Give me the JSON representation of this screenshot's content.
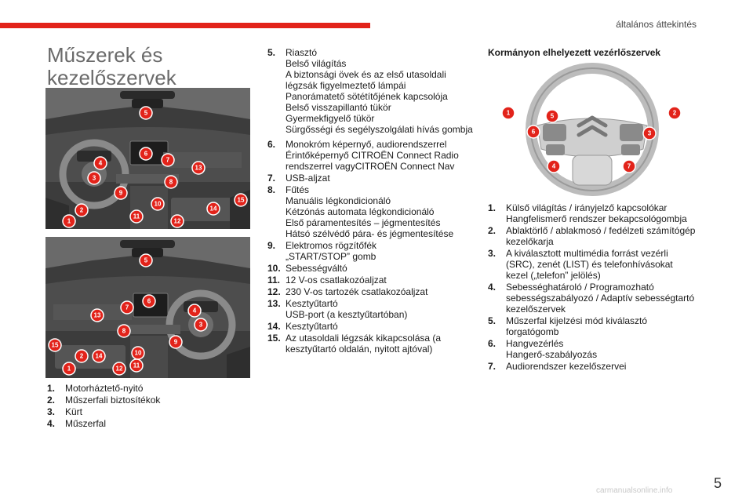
{
  "header": {
    "section_label": "általános áttekintés"
  },
  "title": {
    "line1": "Műszerek és",
    "line2": "kezelőszervek"
  },
  "figure1": {
    "markers": [
      "5",
      "6",
      "7",
      "13",
      "4",
      "3",
      "8",
      "9",
      "10",
      "2",
      "1",
      "11",
      "12",
      "14",
      "15"
    ]
  },
  "figure2": {
    "markers": [
      "5",
      "6",
      "7",
      "4",
      "13",
      "3",
      "8",
      "9",
      "15",
      "10",
      "2",
      "14",
      "1",
      "12",
      "11"
    ]
  },
  "column1": {
    "items": [
      {
        "num": "1.",
        "lines": [
          "Motorháztető-nyitó"
        ]
      },
      {
        "num": "2.",
        "lines": [
          "Műszerfali biztosítékok"
        ]
      },
      {
        "num": "3.",
        "lines": [
          "Kürt"
        ]
      },
      {
        "num": "4.",
        "lines": [
          "Műszerfal"
        ]
      }
    ]
  },
  "column2": {
    "items": [
      {
        "num": "5.",
        "lines": [
          "Riasztó",
          "Belső világítás",
          "A biztonsági övek és az első utasoldali",
          "légzsák figyelmeztető lámpái",
          "Panorámatető sötétítőjének kapcsolója",
          "Belső visszapillantó tükör",
          "Gyermekfigyelő tükör",
          "Sürgősségi és segélyszolgálati hívás gombja"
        ]
      },
      {
        "num": "6.",
        "lines": [
          "Monokróm képernyő, audiorendszerrel",
          "Érintőképernyő CITROËN Connect Radio",
          "rendszerrel vagyCITROËN Connect Nav"
        ]
      },
      {
        "num": "7.",
        "lines": [
          "USB-aljzat"
        ]
      },
      {
        "num": "8.",
        "lines": [
          "Fűtés",
          "Manuális légkondicionáló",
          "Kétzónás automata légkondicionáló",
          "Első páramentesítés – jégmentesítés",
          "Hátsó szélvédő pára- és jégmentesítése"
        ]
      },
      {
        "num": "9.",
        "lines": [
          "Elektromos rögzítőfék",
          "„START/STOP” gomb"
        ]
      },
      {
        "num": "10.",
        "lines": [
          "Sebességváltó"
        ]
      },
      {
        "num": "11.",
        "lines": [
          "12 V-os csatlakozóaljzat"
        ]
      },
      {
        "num": "12.",
        "lines": [
          "230 V-os tartozék csatlakozóaljzat"
        ]
      },
      {
        "num": "13.",
        "lines": [
          "Kesztyűtartó",
          "USB-port (a kesztyűtartóban)"
        ]
      },
      {
        "num": "14.",
        "lines": [
          "Kesztyűtartó"
        ]
      },
      {
        "num": "15.",
        "lines": [
          "Az utasoldali légzsák kikapcsolása (a",
          "kesztyűtartó oldalán, nyitott ajtóval)"
        ]
      }
    ]
  },
  "column3": {
    "heading": "Kormányon elhelyezett vezérlőszervek",
    "wheel_markers": [
      "1",
      "5",
      "2",
      "6",
      "3",
      "4",
      "7"
    ],
    "items": [
      {
        "num": "1.",
        "lines": [
          "Külső világítás / irányjelző kapcsolókar",
          "Hangfelismerő rendszer bekapcsológombja"
        ]
      },
      {
        "num": "2.",
        "lines": [
          "Ablaktörlő / ablakmosó / fedélzeti számítógép",
          "kezelőkarja"
        ]
      },
      {
        "num": "3.",
        "lines": [
          "A kiválasztott multimédia forrást vezérli",
          "(SRC), zenét (LIST) és telefonhívásokat",
          "kezel („telefon” jelölés)"
        ]
      },
      {
        "num": "4.",
        "lines": [
          "Sebességhatároló / Programozható",
          "sebességszabályozó / Adaptív sebességtartó",
          "kezelőszervek"
        ]
      },
      {
        "num": "5.",
        "lines": [
          "Műszerfal kijelzési mód kiválasztó",
          "forgatógomb"
        ]
      },
      {
        "num": "6.",
        "lines": [
          "Hangvezérlés",
          "Hangerő-szabályozás"
        ]
      },
      {
        "num": "7.",
        "lines": [
          "Audiorendszer kezelőszervei"
        ]
      }
    ]
  },
  "footer": {
    "page_number": "5",
    "watermark": "carmanualsonline.info"
  }
}
